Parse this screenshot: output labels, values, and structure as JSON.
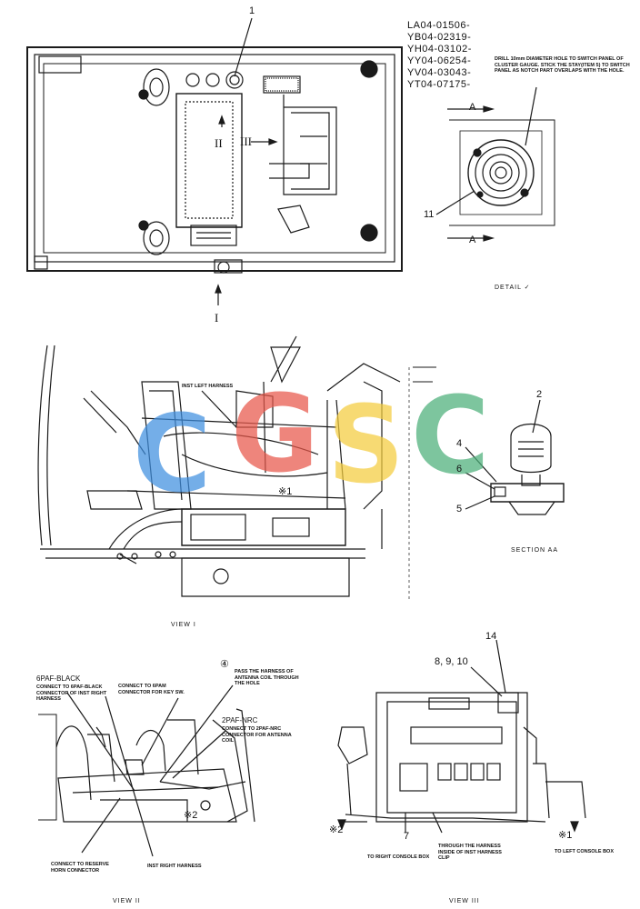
{
  "serials": [
    "LA04-01506-",
    "YB04-02319-",
    "YH04-03102-",
    "YY04-06254-",
    "YV04-03043-",
    "YT04-07175-"
  ],
  "detail_note": "DRILL 10mm DIAMETER HOLE TO SWITCH PANEL OF CLUSTER GAUGE. STICK THE STAY(ITEM 5) TO SWITCH PANEL AS NOTCH PART OVERLAPS WITH THE HOLE.",
  "callouts": {
    "c1": "1",
    "c2": "2",
    "c4": "4",
    "c5": "5",
    "c6": "6",
    "c7": "7",
    "c8": "8, 9, 10",
    "c11": "11",
    "c14": "14",
    "circ4": "④"
  },
  "section_markers": {
    "a_top": "A",
    "a_bottom": "A",
    "view1": "I",
    "view2": "II",
    "view3": "III"
  },
  "titles": {
    "detail": "DETAIL ✓",
    "section": "SECTION AA",
    "view1": "VIEW I",
    "view2": "VIEW II",
    "view3": "VIEW III"
  },
  "view1_notes": {
    "inst_left": "INST LEFT HARNESS",
    "x1": "※1"
  },
  "view2_notes": {
    "black_6paf": "6PAF-BLACK",
    "black_desc": "CONNECT TO 6PAF-BLACK CONNECTOR OF INST RIGHT HARNESS",
    "connect_6pam": "CONNECT TO 6PAM CONNECTOR FOR KEY SW.",
    "antenna_pass": "PASS THE HARNESS OF ANTENNA COIL THROUGH THE HOLE",
    "nrc_2paf": "2PAF-NRC",
    "nrc_desc": "CONNECT TO 2PAF-NRC CONNECTOR FOR ANTENNA COIL",
    "x2": "※2",
    "reserve_horn": "CONNECT TO RESERVE HORN CONNECTOR",
    "inst_right": "INST RIGHT HARNESS"
  },
  "view3_notes": {
    "x2": "※2",
    "x1": "※1",
    "right_console": "TO RIGHT CONSOLE BOX",
    "through_hole": "THROUGH THE HARNESS INSIDE OF INST HARNESS CLIP",
    "left_console": "TO LEFT CONSOLE BOX"
  },
  "watermark": {
    "letters": [
      "C",
      "G",
      "S",
      "C"
    ],
    "colors": [
      "#3f8fe0",
      "#e8574a",
      "#f4cd3e",
      "#4cb07a"
    ]
  }
}
